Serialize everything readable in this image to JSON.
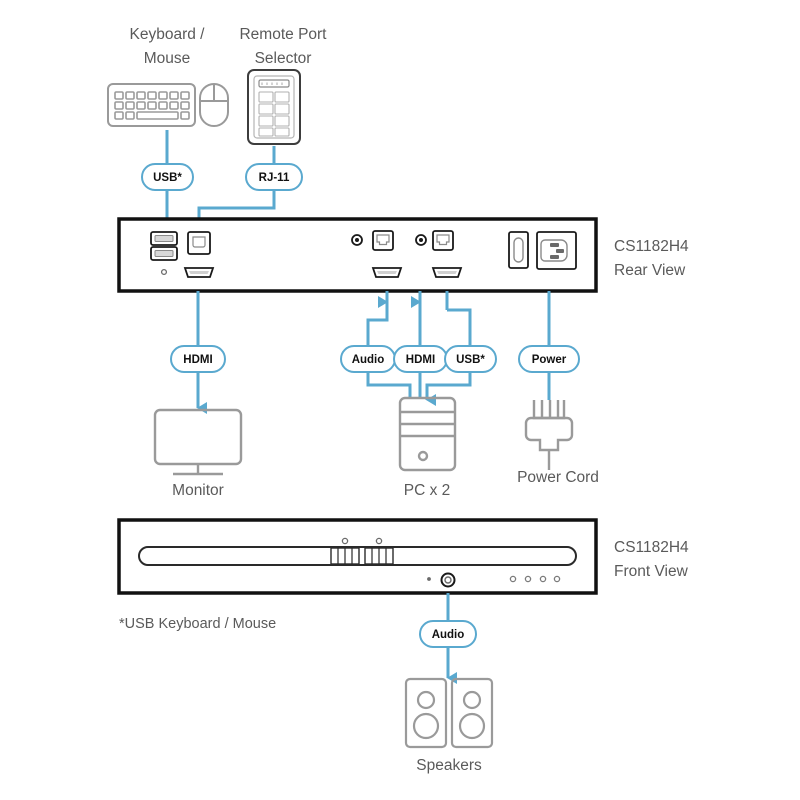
{
  "diagram": {
    "title": "CS1182H4 connection diagram",
    "colors": {
      "accent_blue": "#5aa9cf",
      "device_gray": "#9a9a9a",
      "text_gray": "#5a5a5a",
      "panel_outline": "#1a1a1a",
      "background": "#ffffff"
    }
  },
  "top_devices": [
    {
      "name": "keyboard-mouse",
      "label_line1": "Keyboard /",
      "label_line2": "Mouse"
    },
    {
      "name": "remote-port-selector",
      "label_line1": "Remote Port",
      "label_line2": "Selector"
    }
  ],
  "connector_pills": {
    "top": [
      {
        "name": "usb-pill",
        "label": "USB*"
      },
      {
        "name": "rj11-pill",
        "label": "RJ-11"
      }
    ],
    "middle": [
      {
        "name": "hdmi-monitor-pill",
        "label": "HDMI"
      },
      {
        "name": "audio-pc-pill",
        "label": "Audio"
      },
      {
        "name": "hdmi-pc-pill",
        "label": "HDMI"
      },
      {
        "name": "usb-pc-pill",
        "label": "USB*"
      },
      {
        "name": "power-pill",
        "label": "Power"
      }
    ],
    "bottom": [
      {
        "name": "audio-speaker-pill",
        "label": "Audio"
      }
    ]
  },
  "rear_view": {
    "model_label_line1": "CS1182H4",
    "model_label_line2": "Rear View"
  },
  "front_view": {
    "model_label_line1": "CS1182H4",
    "model_label_line2": "Front View"
  },
  "bottom_devices": [
    {
      "name": "monitor",
      "label": "Monitor"
    },
    {
      "name": "pc-tower",
      "label": "PC x 2"
    },
    {
      "name": "power-cord",
      "label": "Power Cord"
    },
    {
      "name": "speakers",
      "label": "Speakers"
    }
  ],
  "footnote": {
    "text": "*USB Keyboard / Mouse"
  }
}
